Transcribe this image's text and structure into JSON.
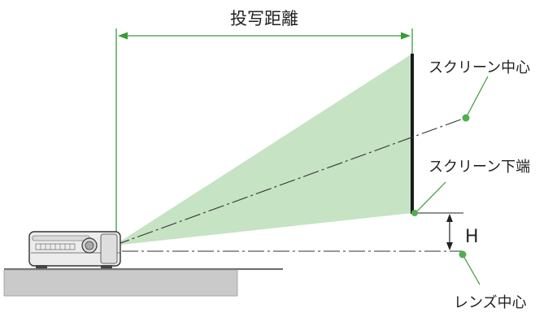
{
  "labels": {
    "distance": "投写距離",
    "screen_center": "スクリーン中心",
    "screen_bottom": "スクリーン下端",
    "height": "H",
    "lens_center": "レンズ中心"
  },
  "colors": {
    "guide_green": "#3a9a3a",
    "beam_fill": "#c3e2c1",
    "dot_green": "#4fb04f",
    "screen_black": "#1a1a1a",
    "floor_gray": "#c9c9c9",
    "chain_line": "#333333"
  }
}
